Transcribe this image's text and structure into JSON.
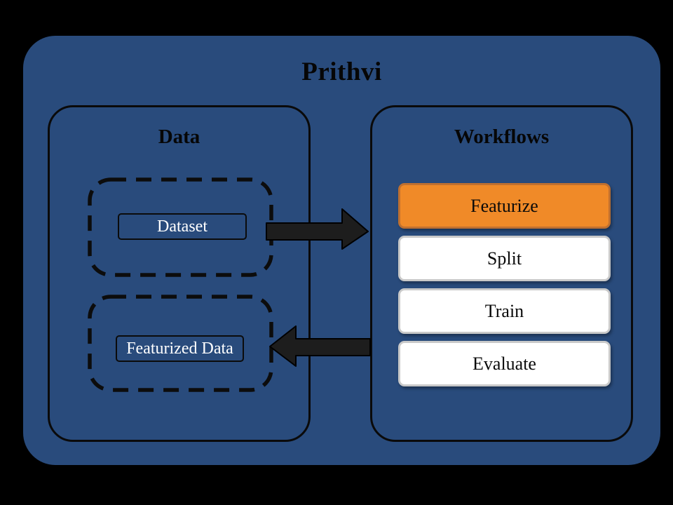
{
  "title": "Prithvi",
  "data_panel": {
    "title": "Data",
    "items": [
      {
        "label": "Dataset"
      },
      {
        "label": "Featurized Data"
      }
    ]
  },
  "workflows_panel": {
    "title": "Workflows",
    "buttons": [
      {
        "label": "Featurize",
        "highlighted": true
      },
      {
        "label": "Split",
        "highlighted": false
      },
      {
        "label": "Train",
        "highlighted": false
      },
      {
        "label": "Evaluate",
        "highlighted": false
      }
    ]
  },
  "arrows": [
    {
      "name": "dataset-to-workflows-arrow",
      "direction": "right"
    },
    {
      "name": "workflows-to-featurized-data-arrow",
      "direction": "left"
    }
  ],
  "colors": {
    "canvas_background": "#000000",
    "panel_blue": "#294B7C",
    "highlight_orange": "#F08A28",
    "button_white": "#FFFFFF",
    "arrow_dark": "#1D1D1D"
  }
}
